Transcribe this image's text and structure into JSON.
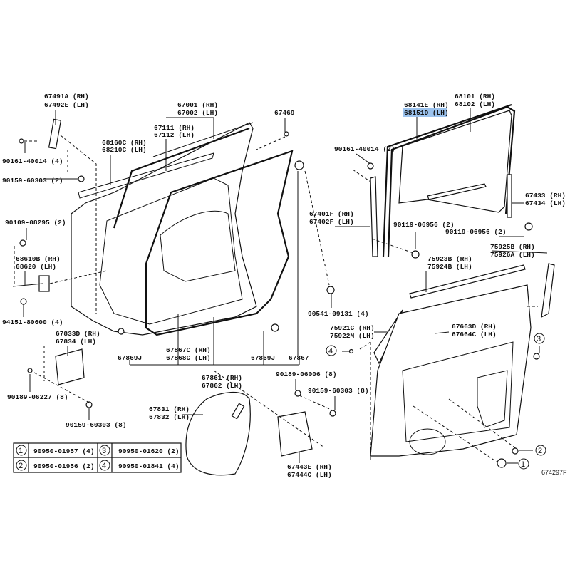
{
  "diagram_code": "674297F",
  "highlight_color": "#9cc3ee",
  "labels": {
    "hinge_upper": [
      "67491A (RH)",
      "67492E (LH)"
    ],
    "bolt_90161_4": "90161-40014 (4)",
    "bolt_90159_2": "90159-60303 (2)",
    "bolt_90109": "90109-08295 (2)",
    "check": [
      "68610B (RH)",
      "68620 (LH)"
    ],
    "nut_94151": "94151-80600 (4)",
    "handle_frame": [
      "67833D (RH)",
      "67834 (LH)"
    ],
    "clip_90189_06227": "90189-06227 (8)",
    "bolt_90159_8_left": "90159-60303 (8)",
    "door_panel": [
      "67001 (RH)",
      "67002 (LH)"
    ],
    "weatherstrip_door": [
      "67111 (RH)",
      "67112 (LH)"
    ],
    "belt_weatherstrip": [
      "68160C (RH)",
      "68210C (LH)"
    ],
    "part_67469": "67469",
    "cushion_90541": "90541-09131 (4)",
    "plug_left": "67869J",
    "plug_right": "67869J",
    "part_67867": "67867",
    "clip_67867c": [
      "67867C (RH)",
      "67868C (LH)"
    ],
    "weatherstrip_67861": [
      "67861 (RH)",
      "67862 (LH)"
    ],
    "clip_90189_06006": "90189-06006 (8)",
    "bolt_90159_8_right": "90159-60303 (8)",
    "service_hole_cover": [
      "67831 (RH)",
      "67832 (LH)"
    ],
    "cover_67443": [
      "67443E (RH)",
      "67444C (LH)"
    ],
    "run_channel": [
      "68141E (RH)",
      "68151D (LH)"
    ],
    "glass": [
      "68101 (RH)",
      "68102 (LH)"
    ],
    "bolt_90161_2": "90161-40014 (2)",
    "frame_front": [
      "67401F (RH)",
      "67402F (LH)"
    ],
    "bolt_90119_a": "90119-06956 (2)",
    "bolt_90119_b": "90119-06956 (2)",
    "frame_rear": [
      "67433 (RH)",
      "67434 (LH)"
    ],
    "garnish_rear": [
      "75925B (RH)",
      "75926A (LH)"
    ],
    "moulding_upper": [
      "75923B (RH)",
      "75924B (LH)"
    ],
    "moulding_front": [
      "75921C (RH)",
      "75922M (LH)"
    ],
    "part_67663": [
      "67663D (RH)",
      "67664C (LH)"
    ]
  },
  "callouts": [
    "1",
    "2",
    "3",
    "4"
  ],
  "legend_table": [
    {
      "num": "1",
      "part": "90950-01957 (4)"
    },
    {
      "num": "3",
      "part": "90950-01620 (2)"
    },
    {
      "num": "2",
      "part": "90950-01956 (2)"
    },
    {
      "num": "4",
      "part": "90950-01841 (4)"
    }
  ]
}
